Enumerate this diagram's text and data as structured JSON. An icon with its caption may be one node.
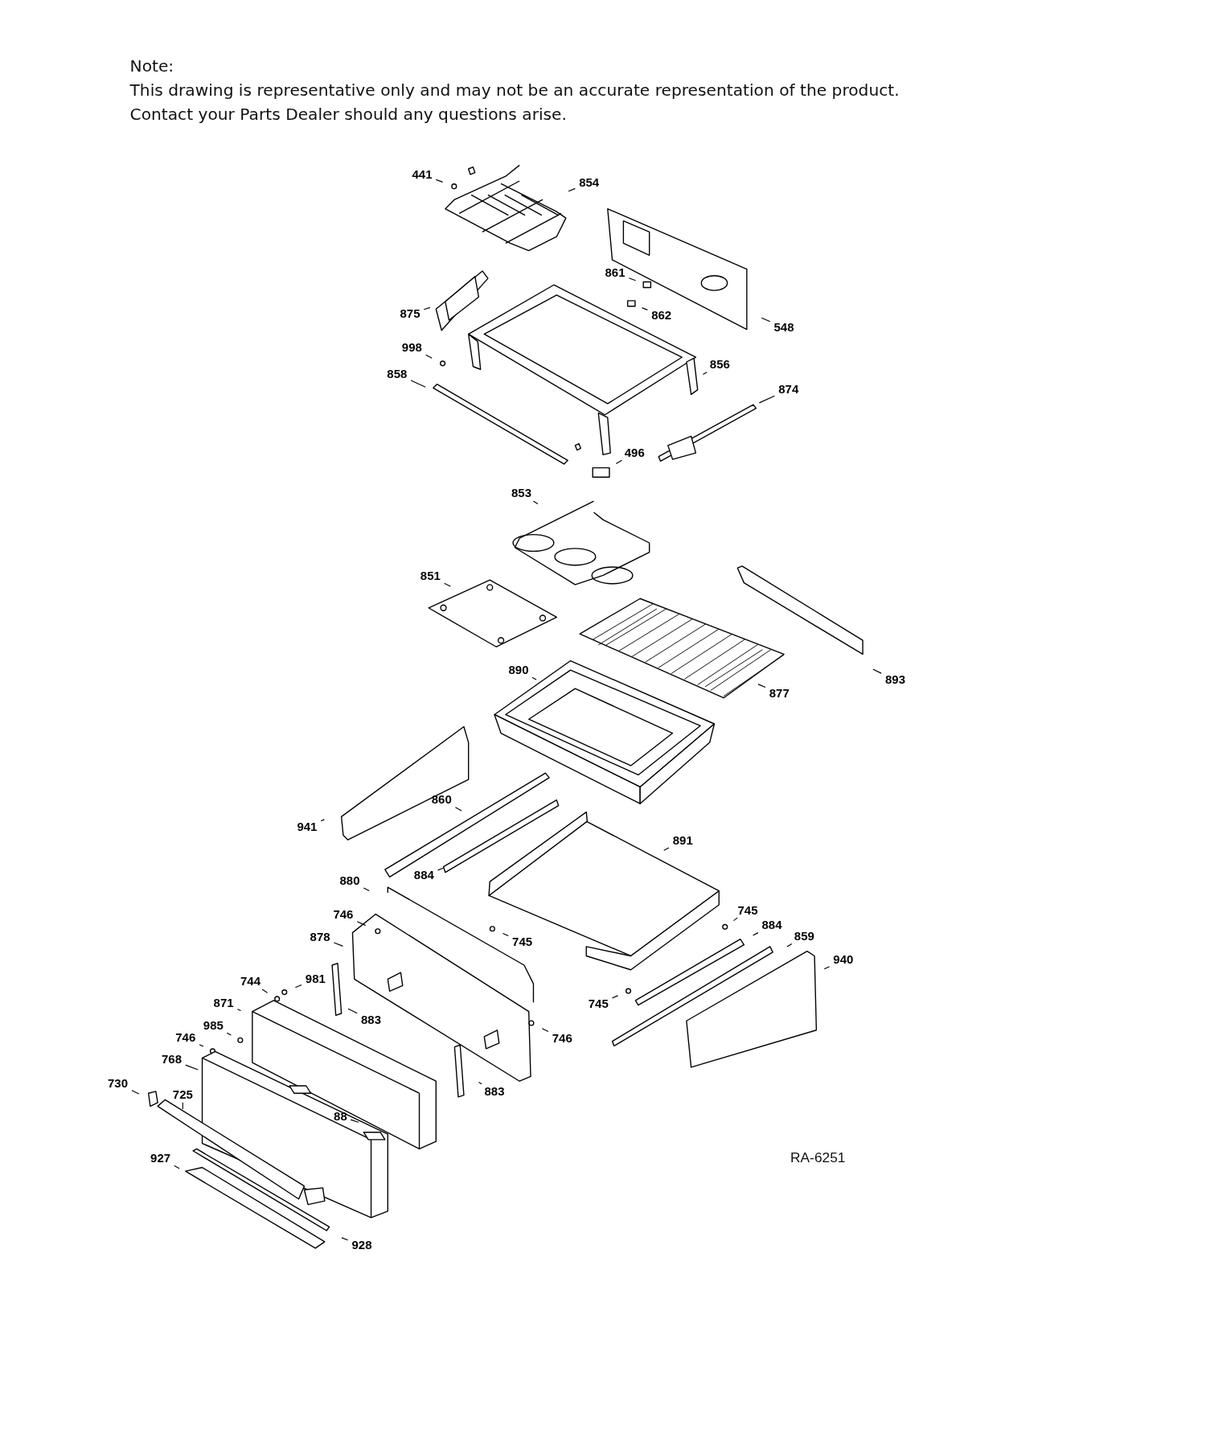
{
  "diagram": {
    "nodes": [
      {
        "text": [
          "441"
        ]
      },
      {
        "text": [
          "854"
        ]
      },
      {
        "text": [
          "861"
        ]
      },
      {
        "text": [
          "875"
        ]
      },
      {
        "text": [
          "862"
        ]
      },
      {
        "text": [
          "548"
        ]
      },
      {
        "text": [
          "998"
        ]
      },
      {
        "text": [
          "856"
        ]
      },
      {
        "text": [
          "858"
        ]
      },
      {
        "text": [
          "874"
        ]
      },
      {
        "text": [
          "496"
        ]
      },
      {
        "text": [
          "853"
        ]
      },
      {
        "text": [
          "851"
        ]
      },
      {
        "text": [
          "890"
        ]
      },
      {
        "text": [
          "893"
        ]
      },
      {
        "text": [
          "877"
        ]
      },
      {
        "text": [
          "860"
        ]
      },
      {
        "text": [
          "941"
        ]
      },
      {
        "text": [
          "891"
        ]
      },
      {
        "text": [
          "884"
        ]
      },
      {
        "text": [
          "880"
        ]
      },
      {
        "text": [
          "746"
        ]
      },
      {
        "text": [
          "745"
        ]
      },
      {
        "text": [
          "745"
        ]
      },
      {
        "text": [
          "884"
        ]
      },
      {
        "text": [
          "878"
        ]
      },
      {
        "text": [
          "859"
        ]
      },
      {
        "text": [
          "940"
        ]
      },
      {
        "text": [
          "981"
        ]
      },
      {
        "text": [
          "744"
        ]
      },
      {
        "text": [
          "745"
        ]
      },
      {
        "text": [
          "871"
        ]
      },
      {
        "text": [
          "883"
        ]
      },
      {
        "text": [
          "985"
        ]
      },
      {
        "text": [
          "746"
        ]
      },
      {
        "text": [
          "746"
        ]
      },
      {
        "text": [
          "768"
        ]
      },
      {
        "text": [
          "730"
        ]
      },
      {
        "text": [
          "725"
        ]
      },
      {
        "text": [
          "883"
        ]
      },
      {
        "text": [
          "88"
        ]
      },
      {
        "text": [
          "927"
        ]
      },
      {
        "text": [
          "928"
        ]
      }
    ],
    "edges": [
      {
        "from": 0,
        "to": null,
        "arrow": "none"
      },
      {
        "from": 1,
        "to": null,
        "arrow": "none"
      },
      {
        "from": 2,
        "to": null,
        "arrow": "none"
      },
      {
        "from": 3,
        "to": null,
        "arrow": "none"
      },
      {
        "from": 4,
        "to": null,
        "arrow": "none"
      },
      {
        "from": 5,
        "to": null,
        "arrow": "none"
      },
      {
        "from": 6,
        "to": null,
        "arrow": "none"
      },
      {
        "from": 7,
        "to": null,
        "arrow": "none"
      },
      {
        "from": 8,
        "to": null,
        "arrow": "none"
      },
      {
        "from": 9,
        "to": null,
        "arrow": "none"
      },
      {
        "from": 10,
        "to": null,
        "arrow": "none"
      },
      {
        "from": 11,
        "to": null,
        "arrow": "none"
      },
      {
        "from": 12,
        "to": null,
        "arrow": "none"
      },
      {
        "from": 13,
        "to": null,
        "arrow": "none"
      },
      {
        "from": 14,
        "to": null,
        "arrow": "none"
      },
      {
        "from": 15,
        "to": null,
        "arrow": "none"
      },
      {
        "from": 16,
        "to": null,
        "arrow": "none"
      },
      {
        "from": 17,
        "to": null,
        "arrow": "none"
      },
      {
        "from": 18,
        "to": null,
        "arrow": "none"
      },
      {
        "from": 19,
        "to": null,
        "arrow": "none"
      },
      {
        "from": 20,
        "to": null,
        "arrow": "none"
      },
      {
        "from": 21,
        "to": null,
        "arrow": "none"
      },
      {
        "from": 22,
        "to": null,
        "arrow": "none"
      },
      {
        "from": 23,
        "to": null,
        "arrow": "none"
      },
      {
        "from": 24,
        "to": null,
        "arrow": "none"
      },
      {
        "from": 25,
        "to": null,
        "arrow": "none"
      },
      {
        "from": 26,
        "to": null,
        "arrow": "none"
      },
      {
        "from": 27,
        "to": null,
        "arrow": "none"
      },
      {
        "from": 28,
        "to": null,
        "arrow": "none"
      },
      {
        "from": 29,
        "to": null,
        "arrow": "none"
      },
      {
        "from": 30,
        "to": null,
        "arrow": "none"
      },
      {
        "from": 31,
        "to": null,
        "arrow": "none"
      },
      {
        "from": 32,
        "to": null,
        "arrow": "none"
      },
      {
        "from": 33,
        "to": null,
        "arrow": "none"
      },
      {
        "from": 34,
        "to": null,
        "arrow": "none"
      },
      {
        "from": 35,
        "to": null,
        "arrow": "none"
      },
      {
        "from": 36,
        "to": null,
        "arrow": "none"
      },
      {
        "from": 37,
        "to": null,
        "arrow": "none"
      },
      {
        "from": 38,
        "to": null,
        "arrow": "none"
      },
      {
        "from": 39,
        "to": null,
        "arrow": "none"
      },
      {
        "from": 40,
        "to": null,
        "arrow": "none"
      },
      {
        "from": 41,
        "to": null,
        "arrow": "none"
      },
      {
        "from": 42,
        "to": null,
        "arrow": "none"
      }
    ],
    "labels": [
      "Note:",
      "This drawing is representative only and may not be an accurate representation of the product.",
      "Contact your Parts Dealer should any questions arise.",
      "RA-6251"
    ]
  }
}
